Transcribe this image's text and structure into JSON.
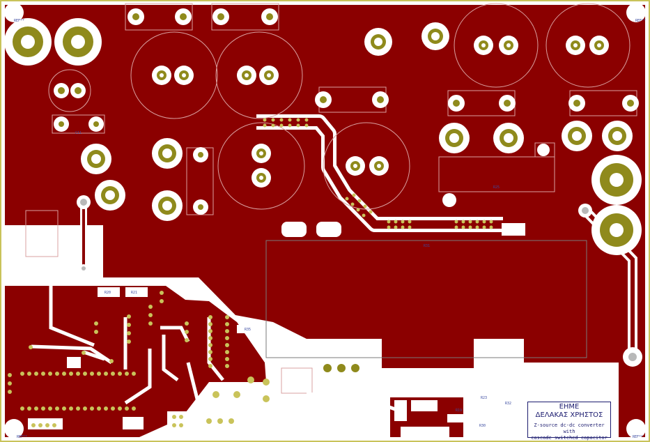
{
  "board": {
    "colors": {
      "copper": "#8b0000",
      "outline": "#c9c35a",
      "pad_ring": "#8f8a1c",
      "hole": "#ffffff",
      "silkscreen": "#c9a0a0"
    }
  },
  "labels": {
    "ref_tl": "REF**",
    "ref_tr": "REF**",
    "c11": "C11",
    "r25": "R25",
    "r31": "R31",
    "r20": "R20",
    "r21": "R21",
    "r35": "R35",
    "r23": "R23",
    "r32": "R32",
    "r19": "R19",
    "r30": "R30",
    "ref_bl": "REF**",
    "ref_br": "REF**"
  },
  "title_block": {
    "line1": "EHME",
    "line2": "ΔΕΛΑΚΑΣ ΧΡΗΣΤΟΣ",
    "line3": "Z-source dc-dc converter with",
    "line4": "cascade switched capacitor"
  }
}
